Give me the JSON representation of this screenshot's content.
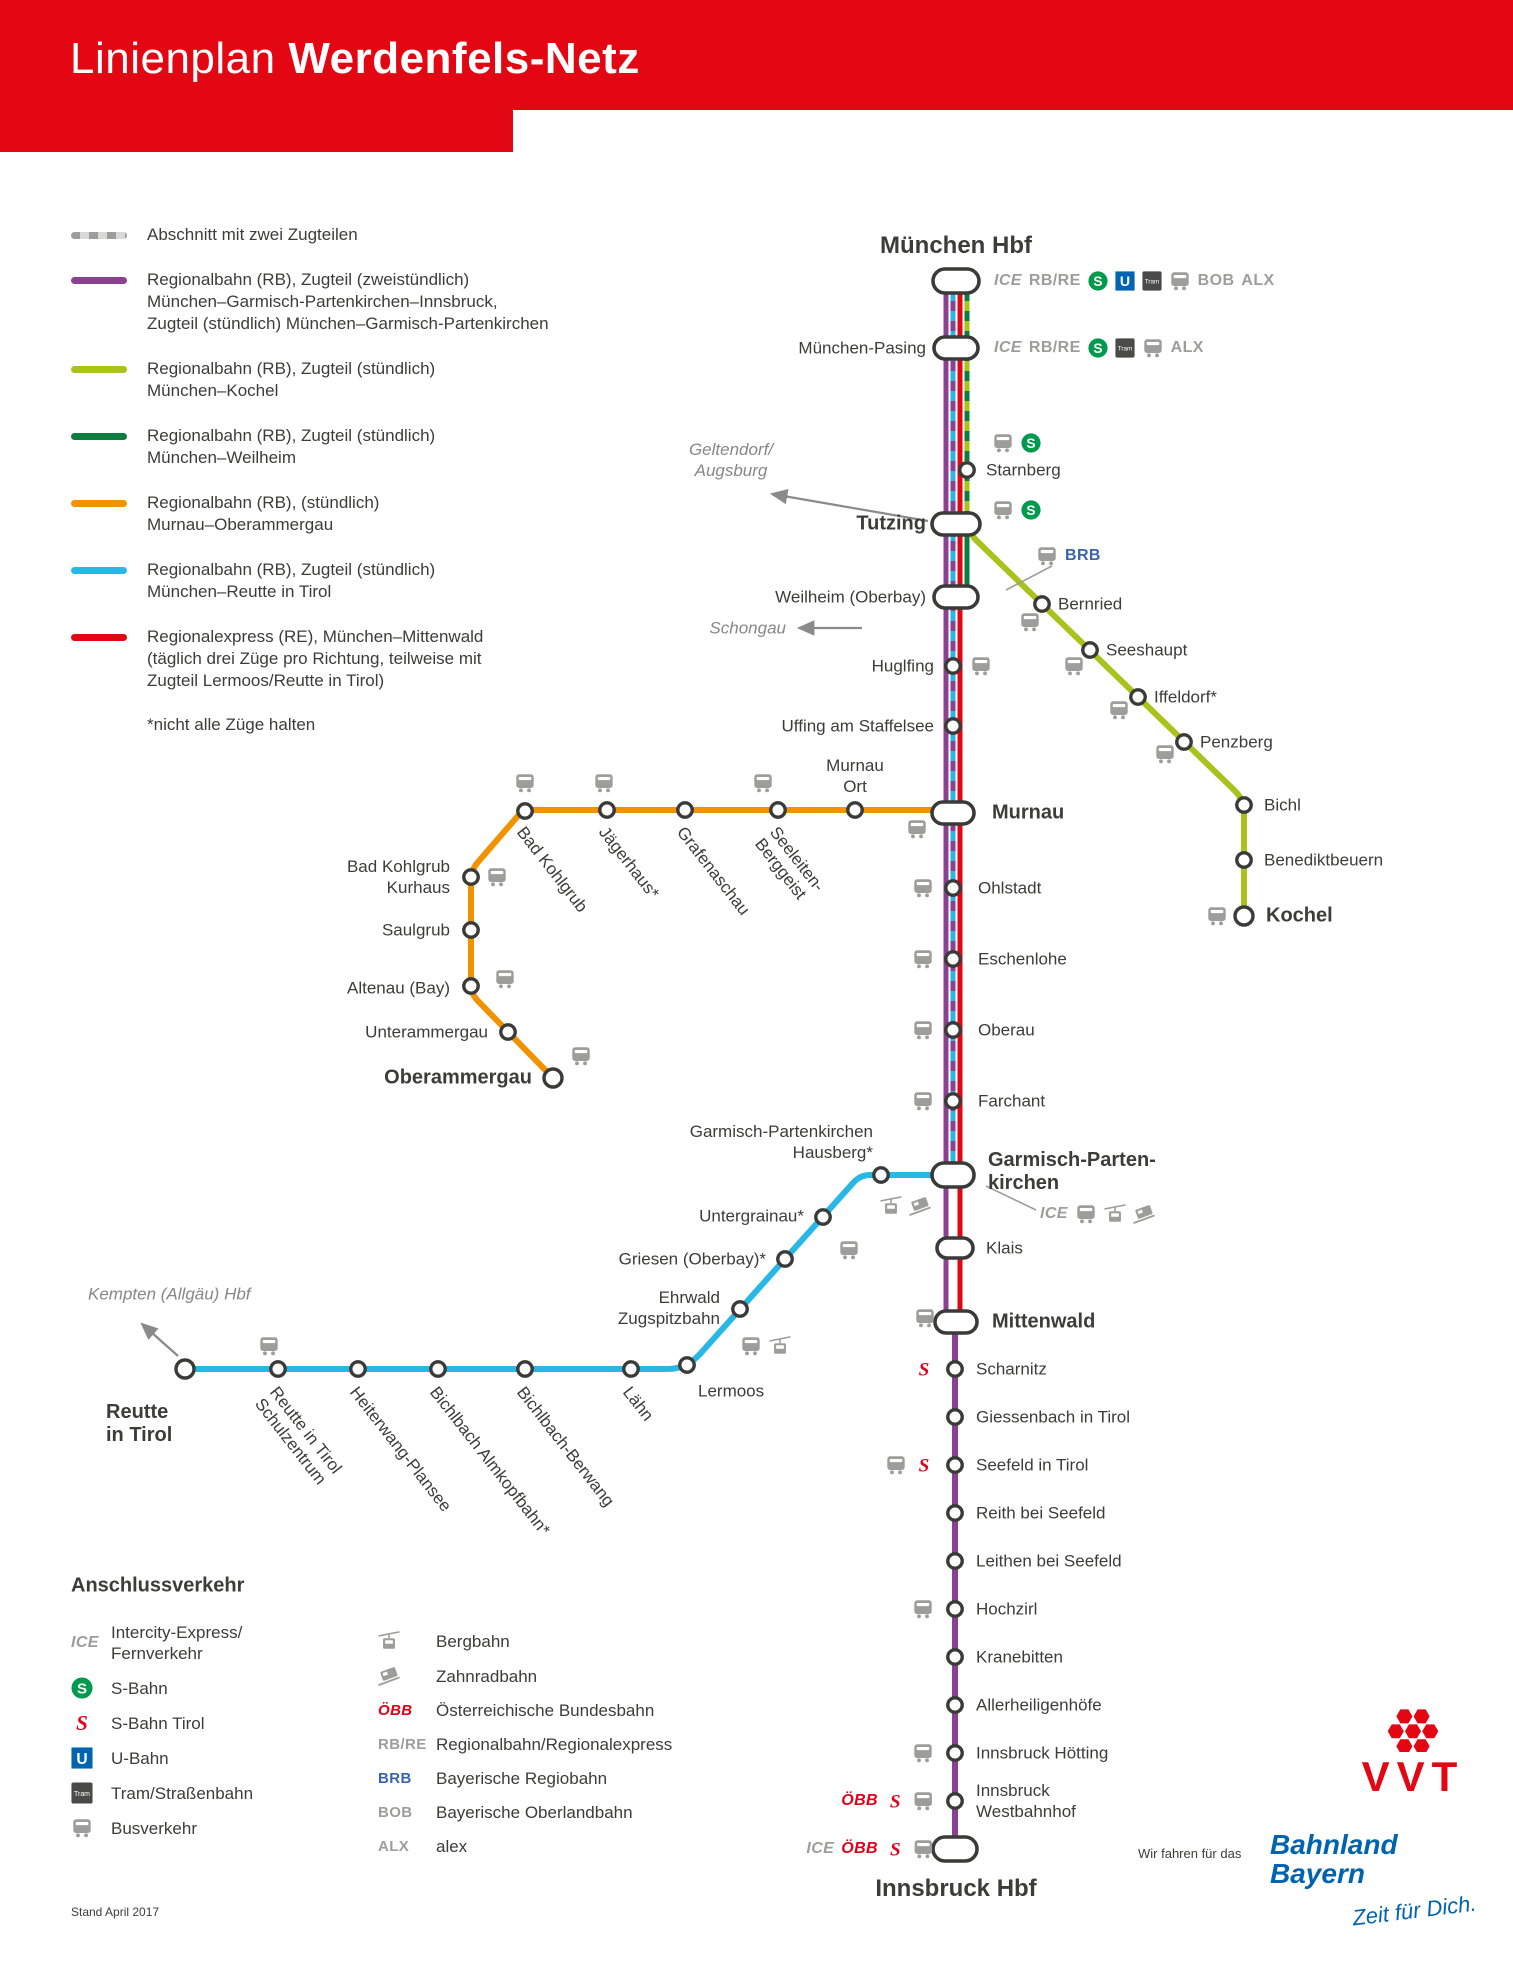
{
  "header": {
    "title_prefix": "Linienplan",
    "title_bold": "Werdenfels-Netz"
  },
  "legend": {
    "items": [
      {
        "style": "dashed",
        "label": "Abschnitt mit zwei Zugteilen"
      },
      {
        "color": "#8c4091",
        "label": "Regionalbahn (RB), Zugteil (zweistündlich)\nMünchen–Garmisch-Partenkirchen–Innsbruck,\nZugteil (stündlich) München–Garmisch-Partenkirchen"
      },
      {
        "color": "#a9c21c",
        "label": "Regionalbahn (RB), Zugteil (stündlich)\nMünchen–Kochel"
      },
      {
        "color": "#0b7e3e",
        "label": "Regionalbahn (RB), Zugteil (stündlich)\nMünchen–Weilheim"
      },
      {
        "color": "#f39200",
        "label": "Regionalbahn (RB), (stündlich)\nMurnau–Oberammergau"
      },
      {
        "color": "#29b7e5",
        "label": "Regionalbahn (RB), Zugteil (stündlich)\nMünchen–Reutte in Tirol"
      },
      {
        "color": "#e30613",
        "label": "Regionalexpress (RE), München–Mittenwald\n(täglich drei Züge pro Richtung, teilweise mit\nZugteil Lermoos/Reutte in Tirol)"
      }
    ],
    "footnote": "*nicht alle Züge halten"
  },
  "map": {
    "labels": {
      "muenchen_hbf": "München Hbf",
      "pasing": "München-Pasing",
      "starnberg": "Starnberg",
      "tutzing": "Tutzing",
      "weilheim": "Weilheim (Oberbay)",
      "huglfing": "Huglfing",
      "uffing": "Uffing am Staffelsee",
      "murnau_ort": "Murnau\nOrt",
      "murnau": "Murnau",
      "ohlstadt": "Ohlstadt",
      "eschenlohe": "Eschenlohe",
      "oberau": "Oberau",
      "farchant": "Farchant",
      "garmisch": "Garmisch-Parten-\nkirchen",
      "hausberg": "Garmisch-Partenkirchen\nHausberg*",
      "untergrainau": "Untergrainau*",
      "griesen": "Griesen (Oberbay)*",
      "ehrwald": "Ehrwald\nZugspitzbahn",
      "lermoos": "Lermoos",
      "laehn": "Lähn",
      "bichlbach_berwang": "Bichlbach-Berwang",
      "bichlbach_almkopf": "Bichlbach Almkopfbahn*",
      "heiterwang": "Heiterwang-Plansee",
      "reutte_schulzentrum": "Reutte in Tirol\nSchulzentrum",
      "reutte": "Reutte\nin Tirol",
      "klais": "Klais",
      "mittenwald": "Mittenwald",
      "scharnitz": "Scharnitz",
      "giessenbach": "Giessenbach in Tirol",
      "seefeld": "Seefeld in Tirol",
      "reith": "Reith bei Seefeld",
      "leithen": "Leithen bei Seefeld",
      "hochzirl": "Hochzirl",
      "kranebitten": "Kranebitten",
      "allerheiligenhoefe": "Allerheiligenhöfe",
      "hoetting": "Innsbruck Hötting",
      "westbahnhof": "Innsbruck\nWestbahnhof",
      "innsbruck_hbf": "Innsbruck Hbf",
      "bernried": "Bernried",
      "seeshaupt": "Seeshaupt",
      "iffeldorf": "Iffeldorf*",
      "penzberg": "Penzberg",
      "bichl": "Bichl",
      "benediktbeuern": "Benediktbeuern",
      "kochel": "Kochel",
      "bad_kohlgrub": "Bad Kohlgrub",
      "jaegerhaus": "Jägerhaus*",
      "grafenaschau": "Grafenaschau",
      "seeleiten": "Seeleiten-\nBerggeist",
      "bad_kohlgrub_kurhaus": "Bad Kohlgrub\nKurhaus",
      "saulgrub": "Saulgrub",
      "altenau": "Altenau (Bay)",
      "unterammergau": "Unterammergau",
      "oberammergau": "Oberammergau"
    },
    "directions": {
      "geltendorf": "Geltendorf/\nAugsburg",
      "schongau": "Schongau",
      "kempten": "Kempten (Allgäu) Hbf"
    }
  },
  "badges": {
    "ice": "ICE",
    "rbre": "RB/RE",
    "bob": "BOB",
    "alx": "ALX",
    "brb": "BRB",
    "oebb": "ÖBB",
    "tram": "Tram",
    "s": "S",
    "u": "U"
  },
  "icons": {
    "bus": "bus-icon",
    "sbahn": "s-bahn-icon",
    "stirol": "s-bahn-tirol-icon",
    "ubahn": "u-bahn-icon",
    "tram": "tram-icon",
    "berg": "bergbahn-icon",
    "zahn": "zahnradbahn-icon"
  },
  "anschluss": {
    "title": "Anschlussverkehr",
    "left": [
      {
        "label": "Intercity-Express/\nFernverkehr"
      },
      {
        "label": "S-Bahn"
      },
      {
        "label": "S-Bahn Tirol"
      },
      {
        "label": "U-Bahn"
      },
      {
        "label": "Tram/Straßenbahn"
      },
      {
        "label": "Busverkehr"
      }
    ],
    "right": [
      {
        "label": "Bergbahn"
      },
      {
        "label": "Zahnradbahn"
      },
      {
        "label": "Österreichische Bundesbahn"
      },
      {
        "label": "Regionalbahn/Regionalexpress"
      },
      {
        "label": "Bayerische Regiobahn"
      },
      {
        "label": "Bayerische Oberlandbahn"
      },
      {
        "label": "alex"
      }
    ]
  },
  "footer": {
    "stand": "Stand April 2017",
    "wir": "Wir fahren für das",
    "vvt": "VVT",
    "bahnland": "Bahnland\nBayern",
    "zeit": "Zeit für Dich."
  },
  "colors": {
    "brand_red": "#e30613",
    "purple": "#8c4091",
    "lime": "#a9c21c",
    "green": "#0b7e3e",
    "orange": "#f39200",
    "cyan": "#29b7e5",
    "gray": "#9d9d9c",
    "sbahn_green": "#009a4e",
    "ubahn_blue": "#0065b0",
    "brb_blue": "#3c64ad",
    "oebb_red": "#e2001a",
    "bahnland_blue": "#0063af"
  }
}
